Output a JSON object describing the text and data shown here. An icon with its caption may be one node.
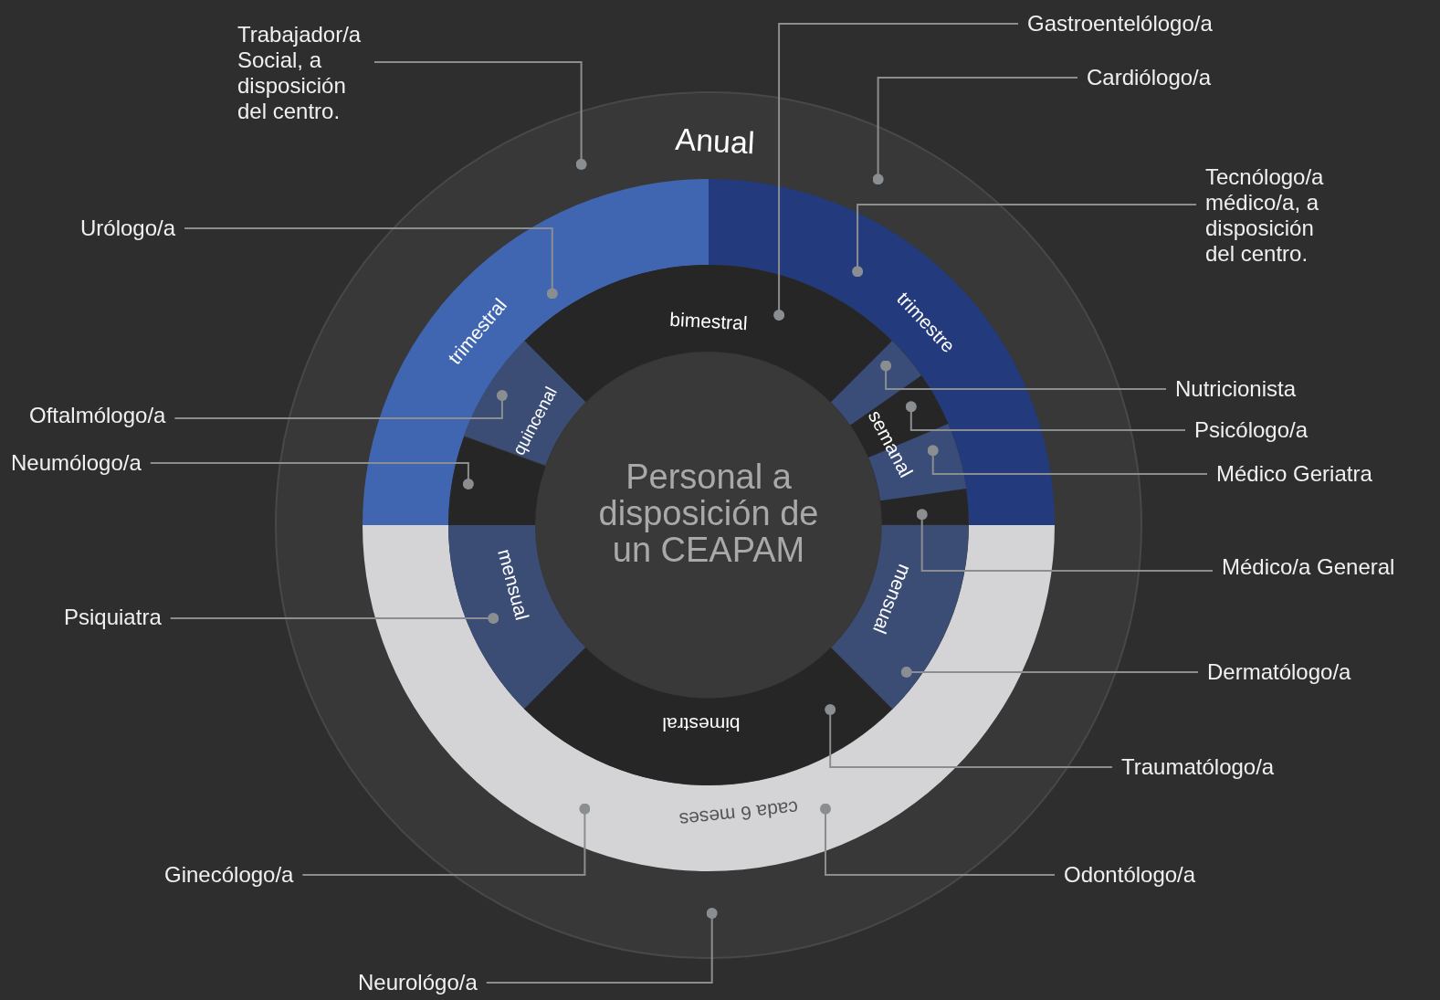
{
  "diagram": {
    "nodes": [
      {
        "text": [
          "Anual"
        ]
      },
      {
        "text": [
          "trimestral"
        ],
        "in": 0
      },
      {
        "text": [
          "trimestre"
        ],
        "in": 0
      },
      {
        "text": [
          "cada 6 meses"
        ],
        "in": 0
      },
      {
        "text": [
          "bimestral"
        ],
        "in": 0
      },
      {
        "text": [
          "quincenal"
        ],
        "in": 0
      },
      {
        "text": [],
        "shape": "arc",
        "in": 0
      },
      {
        "text": [
          "semanal"
        ],
        "in": 0
      },
      {
        "text": [],
        "shape": "arc",
        "in": 7
      },
      {
        "text": [],
        "shape": "arc",
        "in": 7
      },
      {
        "text": [],
        "shape": "arc",
        "in": 0
      },
      {
        "text": [
          "mensual"
        ],
        "in": 0
      },
      {
        "text": [
          "mensual"
        ],
        "in": 0
      },
      {
        "text": [
          "bimestral"
        ],
        "in": 0
      },
      {
        "text": [
          "Personal a disposición de un CEAPAM"
        ],
        "in": 0
      },
      {
        "text": [
          "Trabajador/a Social, a disposición del centro."
        ]
      },
      {
        "text": [
          "Gastroentelólogo/a"
        ]
      },
      {
        "text": [
          "Cardiólogo/a"
        ]
      },
      {
        "text": [
          "Urólogo/a"
        ]
      },
      {
        "text": [
          "Tecnólogo/a médico/a, a disposición del centro."
        ]
      },
      {
        "text": [
          "Oftalmólogo/a"
        ]
      },
      {
        "text": [
          "Neumólogo/a"
        ]
      },
      {
        "text": [
          "Nutricionista"
        ]
      },
      {
        "text": [
          "Psicólogo/a"
        ]
      },
      {
        "text": [
          "Médico Geriatra"
        ]
      },
      {
        "text": [
          "Médico/a General"
        ]
      },
      {
        "text": [
          "Psiquiatra"
        ]
      },
      {
        "text": [
          "Dermatólogo/a"
        ]
      },
      {
        "text": [
          "Traumatólogo/a"
        ]
      },
      {
        "text": [
          "Ginecólogo/a"
        ]
      },
      {
        "text": [
          "Odontólogo/a"
        ]
      },
      {
        "text": [
          "Neurológo/a"
        ]
      }
    ],
    "edges": [
      {
        "from": 15,
        "to": 0,
        "arrow": "other"
      },
      {
        "from": 16,
        "to": 4,
        "arrow": "other"
      },
      {
        "from": 17,
        "to": 0,
        "arrow": "other"
      },
      {
        "from": 18,
        "to": 1,
        "arrow": "other"
      },
      {
        "from": 19,
        "to": 2,
        "arrow": "other"
      },
      {
        "from": 20,
        "to": 5,
        "arrow": "other"
      },
      {
        "from": 21,
        "to": 6,
        "arrow": "other"
      },
      {
        "from": 22,
        "to": 8,
        "arrow": "other"
      },
      {
        "from": 23,
        "to": 7,
        "arrow": "other"
      },
      {
        "from": 24,
        "to": 9,
        "arrow": "other"
      },
      {
        "from": 25,
        "to": 10,
        "arrow": "other"
      },
      {
        "from": 26,
        "to": 11,
        "arrow": "other"
      },
      {
        "from": 27,
        "to": 12,
        "arrow": "other"
      },
      {
        "from": 28,
        "to": 13,
        "arrow": "other"
      },
      {
        "from": 29,
        "to": 3,
        "arrow": "other"
      },
      {
        "from": 30,
        "to": 3,
        "arrow": "other"
      },
      {
        "from": 31,
        "to": 0,
        "arrow": "other"
      }
    ]
  }
}
